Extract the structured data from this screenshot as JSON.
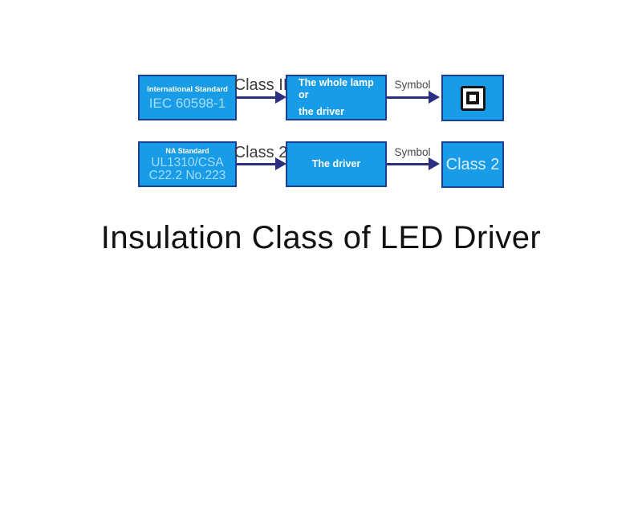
{
  "title": "Insulation Class of LED Driver",
  "colors": {
    "box_fill": "#199CE8",
    "box_border": "#1C3E94",
    "arrow": "#2B2F84",
    "source_main_text": "#A6DDF6",
    "result_text": "#D7EFFB",
    "arrow_label_text": "#3C3C3C",
    "title_text": "#111111",
    "symbol_ink": "#141414"
  },
  "rows": [
    {
      "source": {
        "heading": "International Standard",
        "lines": [
          "IEC 60598-1"
        ]
      },
      "class_arrow_label": "Class II",
      "subject": {
        "lines": [
          "The whole lamp or",
          "the driver"
        ]
      },
      "symbol_arrow_label": "Symbol",
      "result": {
        "kind": "symbol",
        "icon": "class-ii-double-square-symbol"
      }
    },
    {
      "source": {
        "heading": "NA Standard",
        "lines": [
          "UL1310/CSA",
          "C22.2 No.223"
        ]
      },
      "class_arrow_label": "Class 2",
      "subject": {
        "lines": [
          "The driver"
        ]
      },
      "symbol_arrow_label": "Symbol",
      "result": {
        "kind": "text",
        "text": "Class 2"
      }
    }
  ]
}
